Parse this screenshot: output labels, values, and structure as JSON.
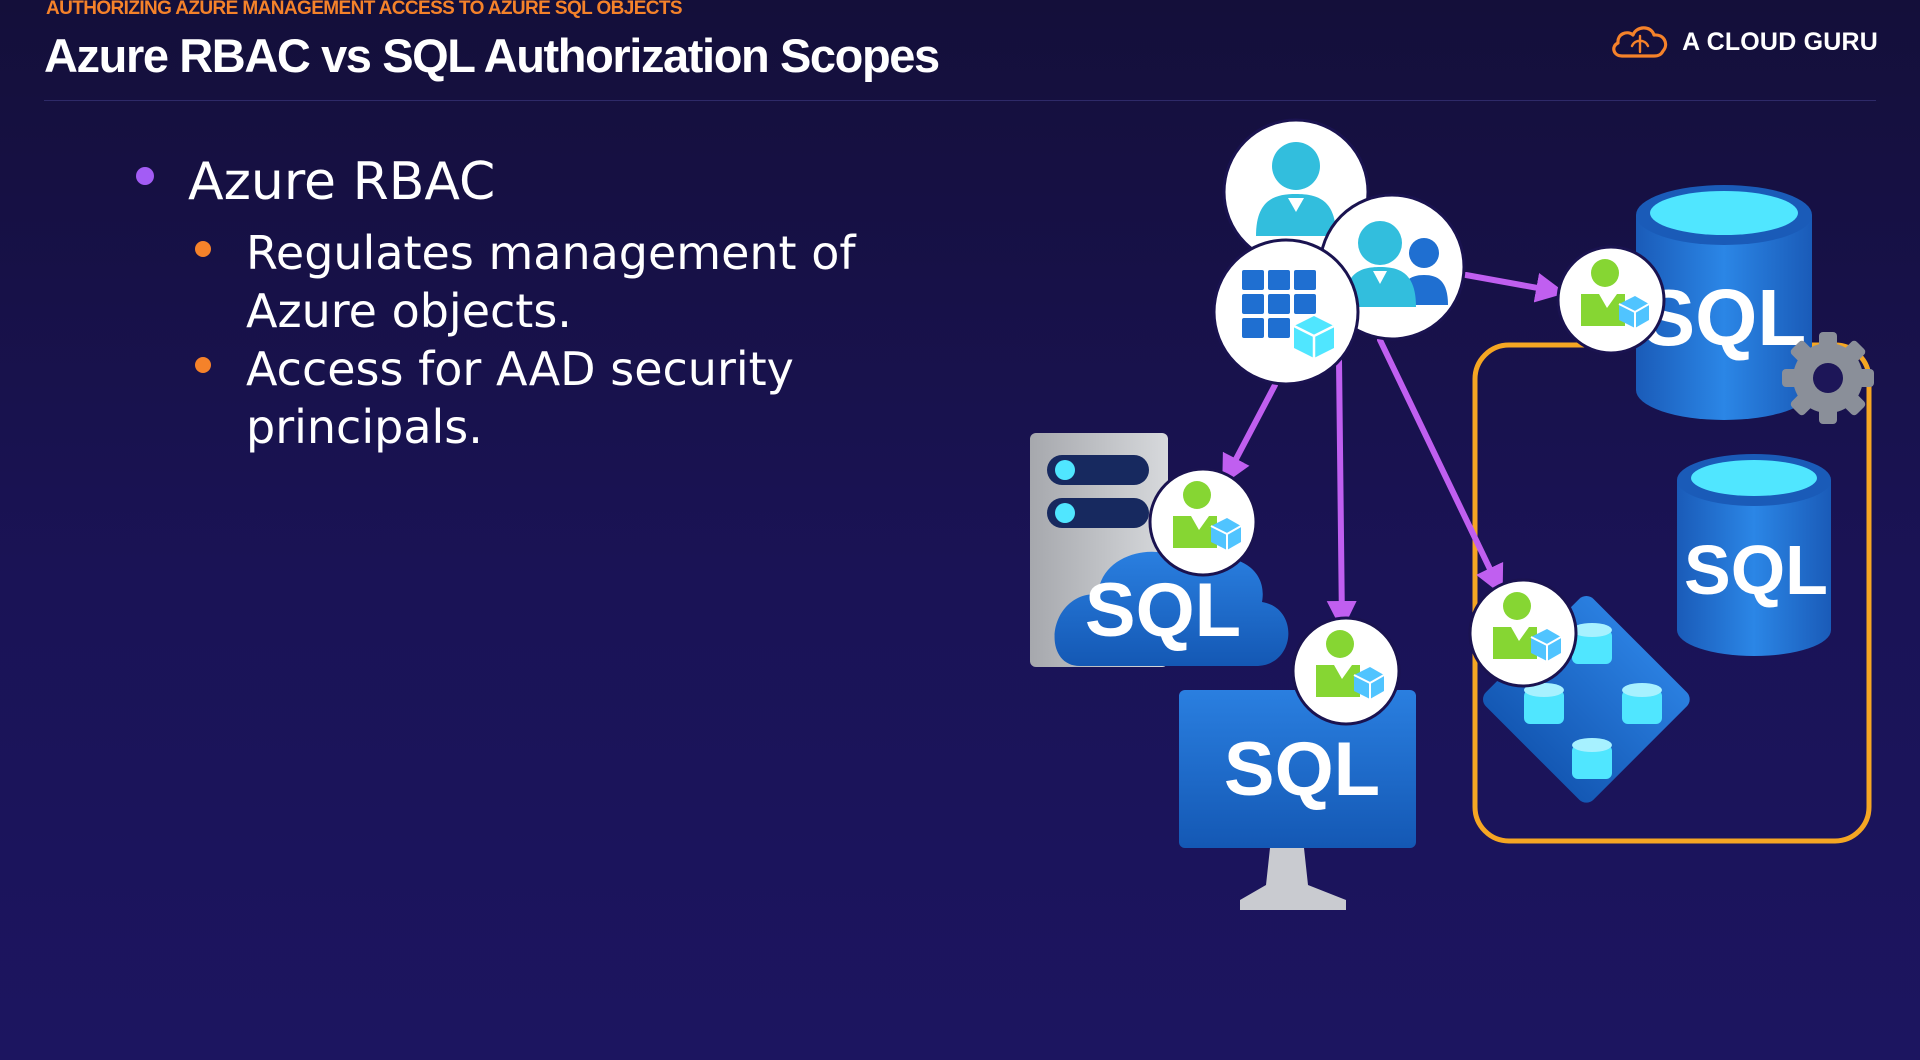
{
  "header": {
    "eyebrow": "AUTHORIZING AZURE MANAGEMENT ACCESS TO AZURE SQL OBJECTS",
    "title": "Azure RBAC vs SQL Authorization Scopes"
  },
  "brand": {
    "name": "A CLOUD GURU",
    "icon": "cloud-logo-icon",
    "color": "#f5822a"
  },
  "bullets": [
    {
      "label": "Azure RBAC",
      "children": [
        {
          "label": "Regulates management of Azure objects."
        },
        {
          "label": "Access for AAD security principals."
        }
      ]
    }
  ],
  "diagram": {
    "sql_labels": {
      "database_top": "SQL",
      "database_inner": "SQL",
      "server": "SQL",
      "virtual_machine": "SQL"
    },
    "icons": [
      "user-icon",
      "group-icon",
      "resource-group-icon",
      "role-assignment-icon",
      "sql-database-icon",
      "gear-icon",
      "sql-server-icon",
      "sql-vm-icon",
      "elastic-pool-icon"
    ],
    "colors": {
      "arrow": "#c05ff0",
      "scope_box": "#f5a623",
      "azure_blue": "#1f6fd1",
      "cyan": "#50e6ff"
    }
  }
}
